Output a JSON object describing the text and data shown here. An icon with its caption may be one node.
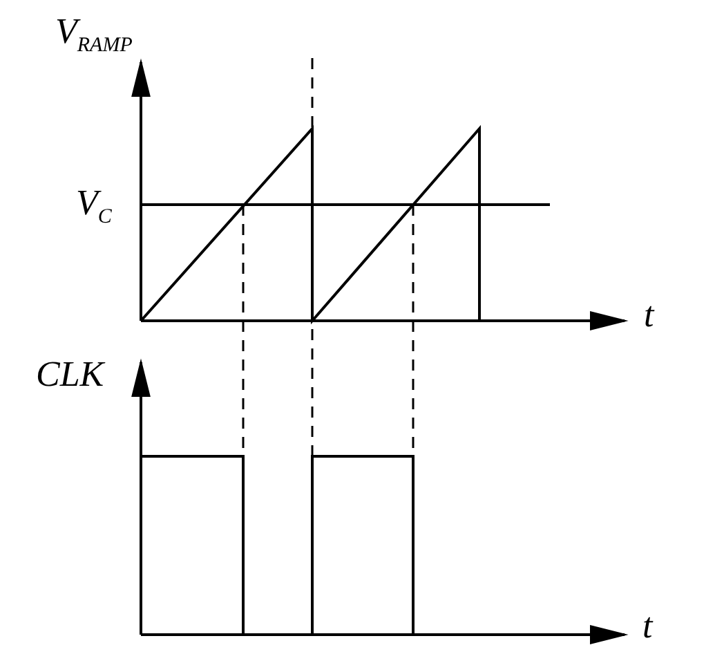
{
  "diagram": {
    "labels": [
      "V$_{RAMP}$",
      "V$_{C}$",
      "t",
      "CLK",
      "t"
    ]
  }
}
